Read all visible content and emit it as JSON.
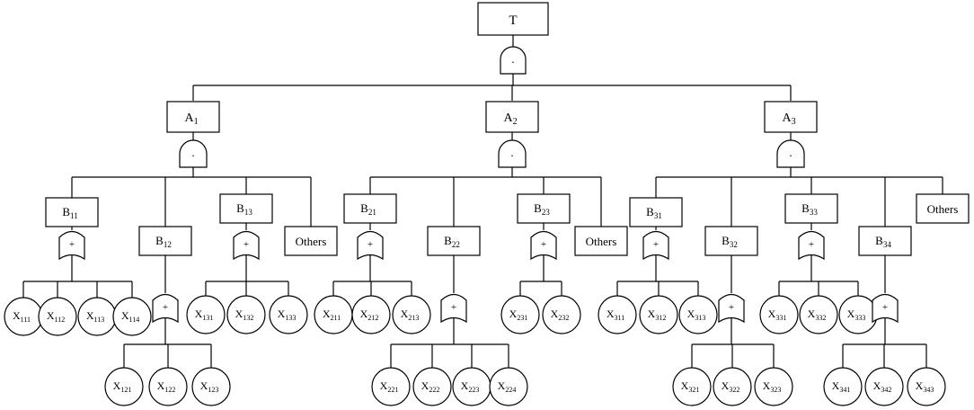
{
  "diagram": {
    "type": "fault-tree",
    "top_event": {
      "label": "T",
      "gate": "and",
      "gate_symbol": "·"
    },
    "intermediate_events": [
      {
        "id": "A1",
        "base": "A",
        "sub": "1",
        "gate": "and",
        "gate_symbol": "·"
      },
      {
        "id": "A2",
        "base": "A",
        "sub": "2",
        "gate": "and",
        "gate_symbol": "·"
      },
      {
        "id": "A3",
        "base": "A",
        "sub": "3",
        "gate": "and",
        "gate_symbol": "·"
      }
    ],
    "sub_events": [
      {
        "id": "B11",
        "parent": "A1",
        "base": "B",
        "sub": "11",
        "gate": "or",
        "gate_symbol": "+"
      },
      {
        "id": "B12",
        "parent": "A1",
        "base": "B",
        "sub": "12",
        "gate": "or",
        "gate_symbol": "+"
      },
      {
        "id": "B13",
        "parent": "A1",
        "base": "B",
        "sub": "13",
        "gate": "or",
        "gate_symbol": "+"
      },
      {
        "id": "O1",
        "parent": "A1",
        "label": "Others"
      },
      {
        "id": "B21",
        "parent": "A2",
        "base": "B",
        "sub": "21",
        "gate": "or",
        "gate_symbol": "+"
      },
      {
        "id": "B22",
        "parent": "A2",
        "base": "B",
        "sub": "22",
        "gate": "or",
        "gate_symbol": "+"
      },
      {
        "id": "B23",
        "parent": "A2",
        "base": "B",
        "sub": "23",
        "gate": "or",
        "gate_symbol": "+"
      },
      {
        "id": "O2",
        "parent": "A2",
        "label": "Others"
      },
      {
        "id": "B31",
        "parent": "A3",
        "base": "B",
        "sub": "31",
        "gate": "or",
        "gate_symbol": "+"
      },
      {
        "id": "B32",
        "parent": "A3",
        "base": "B",
        "sub": "32",
        "gate": "or",
        "gate_symbol": "+"
      },
      {
        "id": "B33",
        "parent": "A3",
        "base": "B",
        "sub": "33",
        "gate": "or",
        "gate_symbol": "+"
      },
      {
        "id": "B34",
        "parent": "A3",
        "base": "B",
        "sub": "34",
        "gate": "or",
        "gate_symbol": "+"
      },
      {
        "id": "O3",
        "parent": "A3",
        "label": "Others"
      }
    ],
    "basic_events": [
      {
        "parent": "B11",
        "base": "X",
        "sub": "111"
      },
      {
        "parent": "B11",
        "base": "X",
        "sub": "112"
      },
      {
        "parent": "B11",
        "base": "X",
        "sub": "113"
      },
      {
        "parent": "B11",
        "base": "X",
        "sub": "114"
      },
      {
        "parent": "B12",
        "base": "X",
        "sub": "121"
      },
      {
        "parent": "B12",
        "base": "X",
        "sub": "122"
      },
      {
        "parent": "B12",
        "base": "X",
        "sub": "123"
      },
      {
        "parent": "B13",
        "base": "X",
        "sub": "131"
      },
      {
        "parent": "B13",
        "base": "X",
        "sub": "132"
      },
      {
        "parent": "B13",
        "base": "X",
        "sub": "133"
      },
      {
        "parent": "B21",
        "base": "X",
        "sub": "211"
      },
      {
        "parent": "B21",
        "base": "X",
        "sub": "212"
      },
      {
        "parent": "B21",
        "base": "X",
        "sub": "213"
      },
      {
        "parent": "B22",
        "base": "X",
        "sub": "221"
      },
      {
        "parent": "B22",
        "base": "X",
        "sub": "222"
      },
      {
        "parent": "B22",
        "base": "X",
        "sub": "223"
      },
      {
        "parent": "B22",
        "base": "X",
        "sub": "224"
      },
      {
        "parent": "B23",
        "base": "X",
        "sub": "231"
      },
      {
        "parent": "B23",
        "base": "X",
        "sub": "232"
      },
      {
        "parent": "B31",
        "base": "X",
        "sub": "311"
      },
      {
        "parent": "B31",
        "base": "X",
        "sub": "312"
      },
      {
        "parent": "B31",
        "base": "X",
        "sub": "313"
      },
      {
        "parent": "B32",
        "base": "X",
        "sub": "321"
      },
      {
        "parent": "B32",
        "base": "X",
        "sub": "322"
      },
      {
        "parent": "B32",
        "base": "X",
        "sub": "323"
      },
      {
        "parent": "B33",
        "base": "X",
        "sub": "331"
      },
      {
        "parent": "B33",
        "base": "X",
        "sub": "332"
      },
      {
        "parent": "B33",
        "base": "X",
        "sub": "333"
      },
      {
        "parent": "B34",
        "base": "X",
        "sub": "341"
      },
      {
        "parent": "B34",
        "base": "X",
        "sub": "342"
      },
      {
        "parent": "B34",
        "base": "X",
        "sub": "343"
      }
    ],
    "colors": {
      "line": "#000000",
      "fill": "#ffffff"
    }
  }
}
